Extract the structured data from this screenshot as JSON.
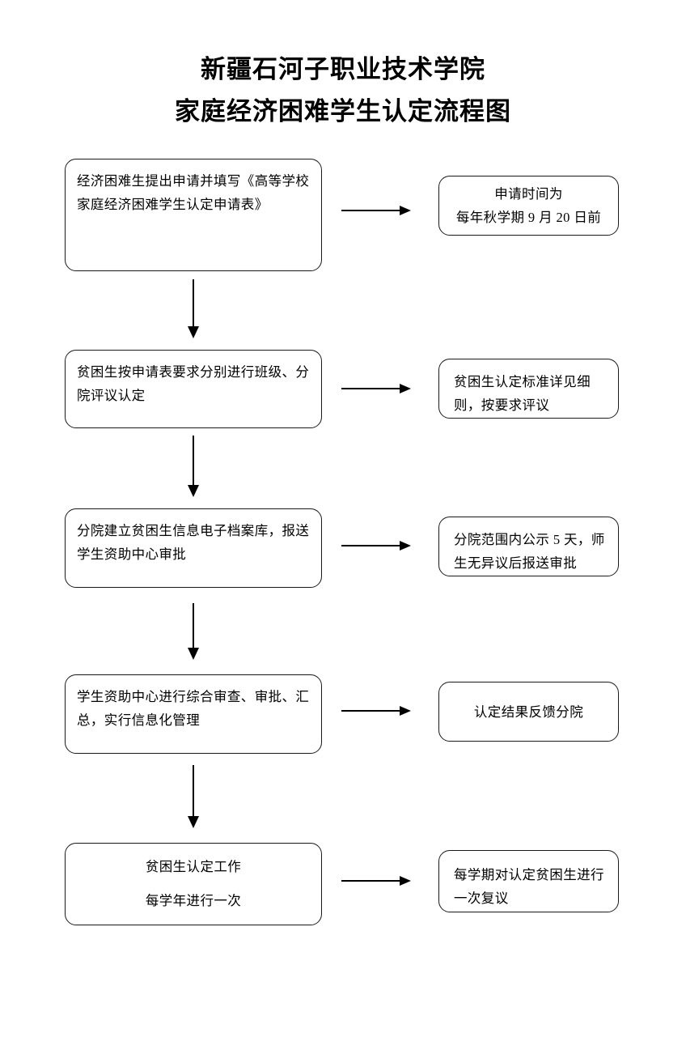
{
  "document": {
    "title_lines": [
      "新疆石河子职业技术学院",
      "家庭经济困难学生认定流程图"
    ],
    "page_background": "#ffffff",
    "line_color": "#000000"
  },
  "flow": {
    "steps": [
      {
        "id": "step-1",
        "text": "经济困难生提出申请并填写《高等学校家庭经济困难学生认定申请表》",
        "note": "申请时间为\n每年秋学期 9 月 20 日前"
      },
      {
        "id": "step-2",
        "text": "贫困生按申请表要求分别进行班级、分院评议认定",
        "note": "贫困生认定标准详见细则，按要求评议"
      },
      {
        "id": "step-3",
        "text": "分院建立贫困生信息电子档案库，报送学生资助中心审批",
        "note": "分院范围内公示 5 天，师生无异议后报送审批"
      },
      {
        "id": "step-4",
        "text": "学生资助中心进行综合审查、审批、汇总，实行信息化管理",
        "note": "认定结果反馈分院"
      },
      {
        "id": "step-5",
        "text": "贫困生认定工作\n每学年进行一次",
        "note": "每学期对认定贫困生进行一次复议"
      }
    ],
    "connector_count_vertical": 4,
    "connector_count_horizontal": 5
  }
}
